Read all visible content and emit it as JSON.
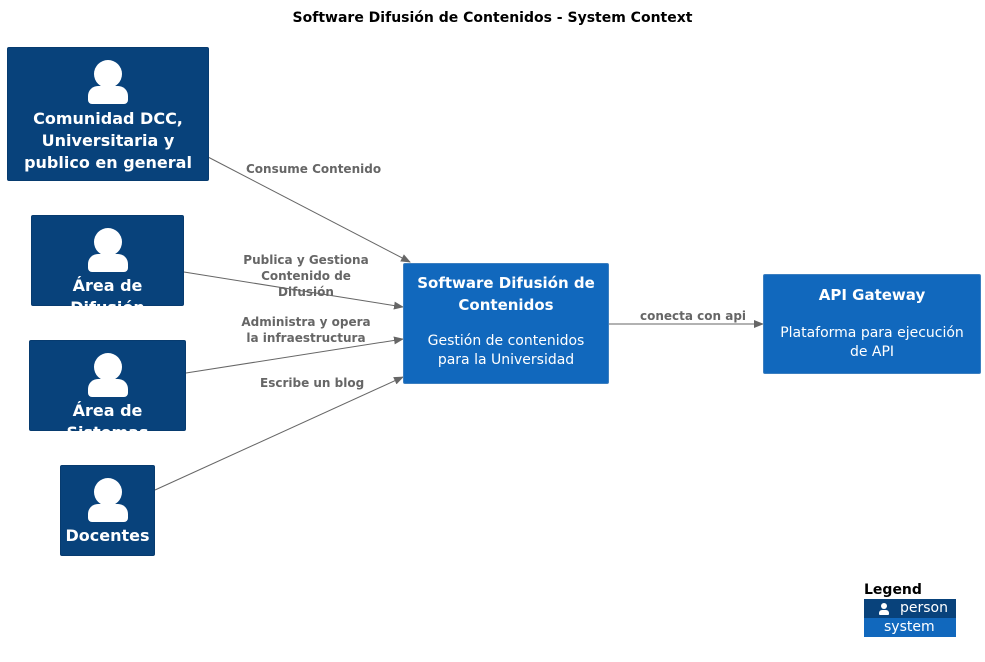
{
  "diagram": {
    "title": "Software Difusión de Contenidos - System Context"
  },
  "persons": {
    "comunidad": {
      "label": "Comunidad DCC, Universitaria y publico en general",
      "icon": "person-icon"
    },
    "difusion": {
      "label": "Área de Difusión",
      "icon": "person-icon"
    },
    "sistemas": {
      "label": "Área de Sistemas",
      "icon": "person-icon"
    },
    "docentes": {
      "label": "Docentes",
      "icon": "person-icon"
    }
  },
  "systems": {
    "software": {
      "title": "Software Difusión de Contenidos",
      "description": "Gestión de contenidos para la Universidad"
    },
    "gateway": {
      "title": "API Gateway",
      "description": "Plataforma para ejecución de API"
    }
  },
  "relations": {
    "consume": "Consume Contenido",
    "publica": "Publica y Gestiona Contenido de Difusión",
    "administra": "Administra y opera la infraestructura",
    "escribe": "Escribe un blog",
    "conecta": "conecta con api"
  },
  "legend": {
    "title": "Legend",
    "person": "person",
    "system": "system"
  },
  "colors": {
    "person": "#08427b",
    "system": "#1168bd",
    "arrow": "#666666"
  }
}
